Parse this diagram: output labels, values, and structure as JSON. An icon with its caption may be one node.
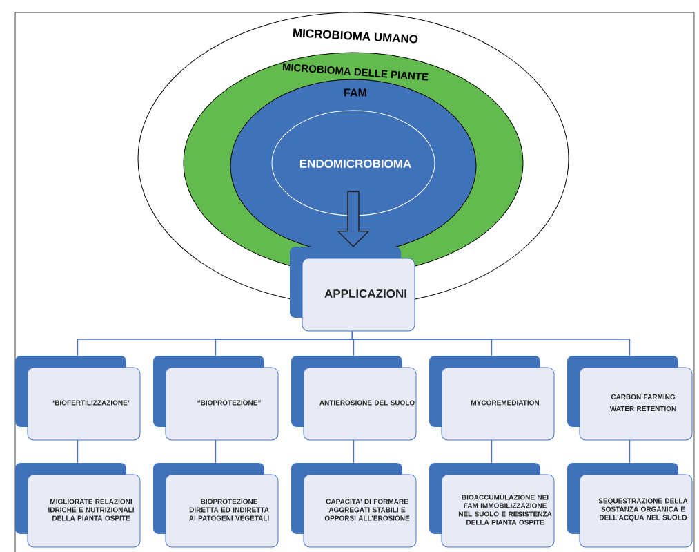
{
  "diagram": {
    "nodes": [
      {
        "text": [
          "MICROBIOMA UMANO"
        ]
      },
      {
        "text": [
          "MICROBIOMA DELLE PIANTE"
        ],
        "in": 0
      },
      {
        "text": [
          "FAM"
        ],
        "in": 1
      },
      {
        "text": [
          "ENDOMICROBIOMA"
        ],
        "in": 2
      },
      {
        "text": [
          "APPLICAZIONI"
        ]
      },
      {
        "text": [
          "“BIOFERTILIZZAZIONE”"
        ]
      },
      {
        "text": [
          "“BIOPROTEZIONE”"
        ]
      },
      {
        "text": [
          "ANTIEROSIONE DEL SUOLO"
        ]
      },
      {
        "text": [
          "MYCOREMEDIATION"
        ]
      },
      {
        "text": [
          "CARBON FARMING",
          "WATER RETENTION"
        ]
      },
      {
        "text": [
          "MIGLIORATE RELAZIONI IDRICHE E NUTRIZIONALI DELLA PIANTA OSPITE"
        ]
      },
      {
        "text": [
          "BIOPROTEZIONE DIRETTA ED INDIRETTA AI PATOGENI VEGETALI"
        ]
      },
      {
        "text": [
          "CAPACITA’ DI FORMARE AGGREGATI STABILI E OPPORSI ALL’EROSIONE"
        ]
      },
      {
        "text": [
          "BIOACCUMULAZIONE NEI FAM IMMOBILIZZAZIONE NEL SUOLO E RESISTENZA DELLA PIANTA OSPITE"
        ]
      },
      {
        "text": [
          "SEQUESTRAZIONE DELLA SOSTANZA ORGANICA E DELL’ACQUA NEL SUOLO"
        ]
      }
    ],
    "edges": [
      {
        "from": 3,
        "to": 4,
        "arrow": "to",
        "style": "thick"
      },
      {
        "from": 4,
        "to": 5,
        "arrow": "none"
      },
      {
        "from": 4,
        "to": 6,
        "arrow": "none"
      },
      {
        "from": 4,
        "to": 7,
        "arrow": "none"
      },
      {
        "from": 4,
        "to": 8,
        "arrow": "none"
      },
      {
        "from": 4,
        "to": 9,
        "arrow": "none"
      },
      {
        "from": 5,
        "to": 10,
        "arrow": "none"
      },
      {
        "from": 6,
        "to": 11,
        "arrow": "none"
      },
      {
        "from": 7,
        "to": 12,
        "arrow": "none"
      },
      {
        "from": 8,
        "to": 13,
        "arrow": "none"
      },
      {
        "from": 9,
        "to": 14,
        "arrow": "none"
      }
    ]
  }
}
